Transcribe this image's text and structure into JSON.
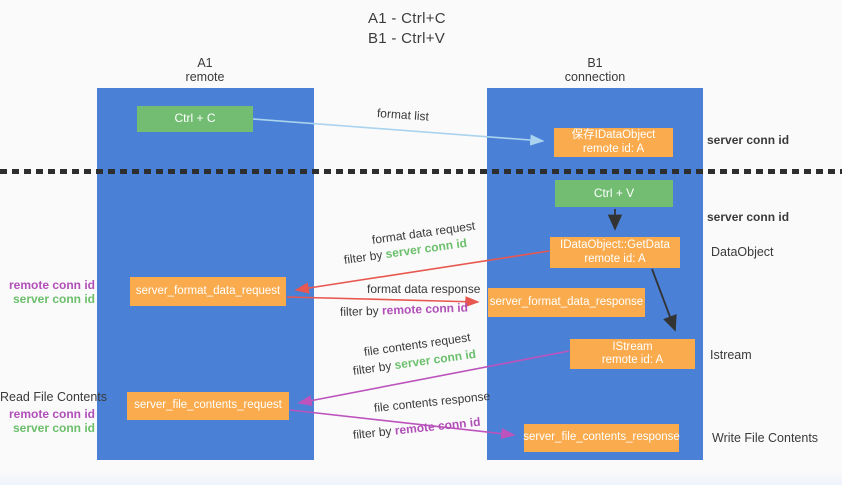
{
  "title": {
    "line1": "A1 - Ctrl+C",
    "line2": "B1 - Ctrl+V"
  },
  "lifelines": {
    "left": {
      "name": "A1",
      "role": "remote"
    },
    "right": {
      "name": "B1",
      "role": "connection"
    }
  },
  "nodes": {
    "ctrl_c": {
      "label": "Ctrl + C"
    },
    "ctrl_v": {
      "label": "Ctrl + V"
    },
    "save_idataobject": {
      "line1": "保存IDataObject",
      "line2": "remote id: A"
    },
    "getdata": {
      "line1": "IDataObject::GetData",
      "line2": "remote id: A"
    },
    "istream_box": {
      "line1": "IStream",
      "line2": "remote id: A"
    },
    "format_request": {
      "label": "server_format_data_request"
    },
    "format_response": {
      "label": "server_format_data_response"
    },
    "file_request": {
      "label": "server_file_contents_request"
    },
    "file_response": {
      "label": "server_file_contents_response"
    }
  },
  "flow_labels": {
    "format_list": "format list",
    "format_data_request": "format data request",
    "format_data_request_filter": {
      "prefix": "filter by ",
      "id": "server conn id"
    },
    "format_data_response": "format data response",
    "format_data_response_filter": {
      "prefix": "filter by ",
      "id": "remote conn id"
    },
    "file_contents_request": "file contents request",
    "file_contents_request_filter": {
      "prefix": "filter by ",
      "id": "server conn id"
    },
    "file_contents_response": "file contents response",
    "file_contents_response_filter": {
      "prefix": "filter by ",
      "id": "remote conn id"
    }
  },
  "side_labels": {
    "right_server_conn_id_top": "server conn id",
    "right_server_conn_id_mid": "server conn id",
    "right_dataobject": "DataObject",
    "right_istream": "Istream",
    "right_write_file_contents": "Write File Contents",
    "left_read_file_contents": "Read File Contents",
    "left_format": {
      "remote": "remote conn id",
      "server": "server conn id"
    },
    "left_file": {
      "remote": "remote conn id",
      "server": "server conn id"
    }
  },
  "colors": {
    "lifeline_blue": "#4a80d6",
    "box_green": "#72bd72",
    "box_orange": "#f9ab4d",
    "arrow_light_blue": "#a9d3ef",
    "arrow_red": "#e85850",
    "arrow_magenta": "#bd53bd",
    "arrow_black": "#333333",
    "conn_id_green": "#6cbf6c",
    "conn_id_purple": "#b14fb8",
    "text_dark": "#3a3a3a"
  }
}
